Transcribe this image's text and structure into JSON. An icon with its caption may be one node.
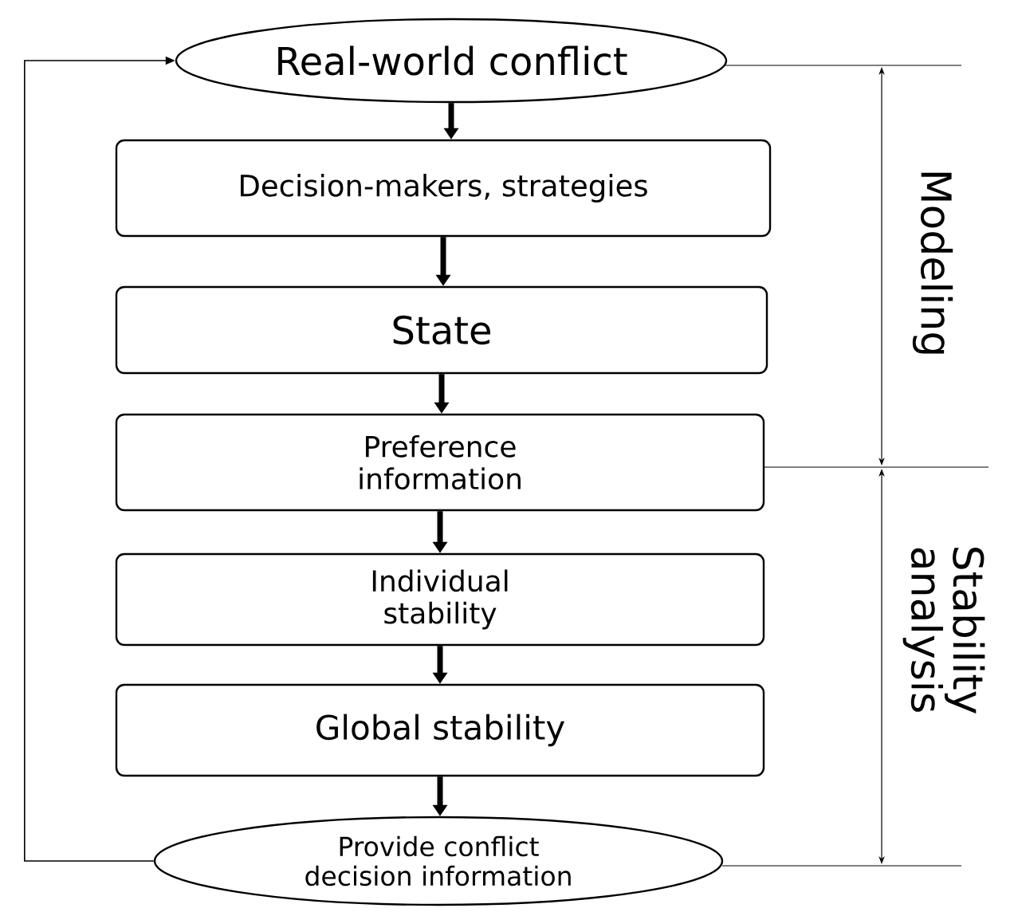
{
  "diagram": {
    "nodes": [
      {
        "text": [
          "Real-world conflict"
        ]
      },
      {
        "text": [
          "Decision-makers, strategies"
        ]
      },
      {
        "text": [
          "State"
        ]
      },
      {
        "text": [
          "Preference information"
        ]
      },
      {
        "text": [
          "Individual stability"
        ]
      },
      {
        "text": [
          "Global stability"
        ]
      },
      {
        "text": [
          "Provide conflict decision information"
        ]
      }
    ],
    "edges": [
      {
        "from": 0,
        "to": 1,
        "arrow": "to"
      },
      {
        "from": 1,
        "to": 2,
        "arrow": "to"
      },
      {
        "from": 2,
        "to": 3,
        "arrow": "to"
      },
      {
        "from": 3,
        "to": 4,
        "arrow": "to"
      },
      {
        "from": 4,
        "to": 5,
        "arrow": "to"
      },
      {
        "from": 5,
        "to": 6,
        "arrow": "to"
      },
      {
        "from": 6,
        "to": 0,
        "arrow": "to"
      }
    ],
    "labels": [
      "Modeling",
      "Stability analysis"
    ]
  }
}
